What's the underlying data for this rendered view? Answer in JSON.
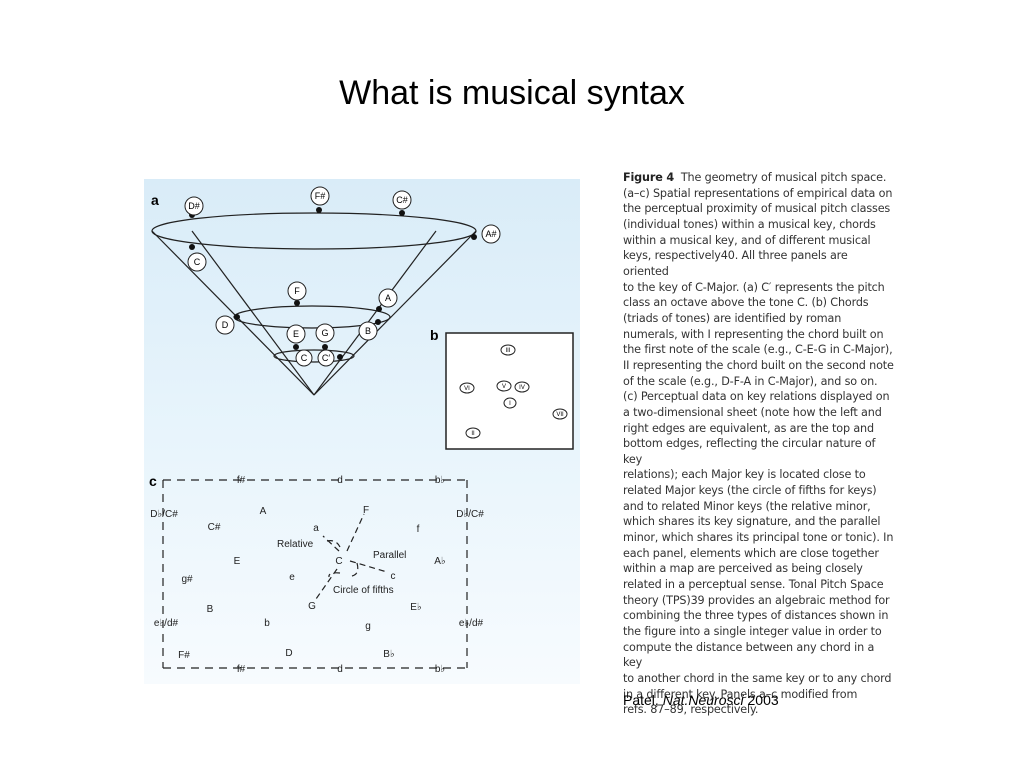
{
  "slide": {
    "title": "What is musical syntax",
    "credit_author": "Patel, ",
    "credit_journal": "Nat.Neurosci",
    "credit_year": " 2003"
  },
  "figure": {
    "panel_a_label": "a",
    "panel_b_label": "b",
    "panel_c_label": "c",
    "cone_top_notes": [
      "D#",
      "F#",
      "C#",
      "A#",
      "C"
    ],
    "cone_mid_notes": [
      "F",
      "A",
      "D",
      "B",
      "E",
      "G"
    ],
    "cone_bottom_notes": [
      "C",
      "C′"
    ],
    "panel_b_numerals": [
      "III",
      "VI",
      "V",
      "IV",
      "I",
      "VII",
      "II"
    ],
    "panel_c": {
      "top_edge": [
        "f#",
        "d",
        "b♭"
      ],
      "bottom_edge": [
        "f#",
        "d",
        "b♭"
      ],
      "left_edge": [
        "D♭/C#",
        "e♭/d#"
      ],
      "right_edge": [
        "D♭/C#",
        "e♭/d#"
      ],
      "keys": [
        "C#",
        "A",
        "F",
        "f",
        "a",
        "E",
        "A♭",
        "e",
        "c",
        "g#",
        "B",
        "E♭",
        "b",
        "g",
        "F#",
        "D",
        "B♭",
        "G",
        "C"
      ],
      "annotations": [
        "Relative",
        "Parallel",
        "Circle of fifths"
      ]
    }
  },
  "caption": {
    "figure_label": "Figure 4",
    "lines": [
      "The geometry of musical pitch space.",
      "(a–c) Spatial representations of empirical data on",
      "the perceptual proximity of musical pitch classes",
      "(individual tones) within a musical key, chords",
      "within a musical key, and of different musical",
      "keys, respectively40. All three panels are oriented",
      "to the key of C-Major. (a) C′ represents the pitch",
      "class an octave above the tone C. (b) Chords",
      "(triads of tones) are identified by roman",
      "numerals, with I representing the chord built on",
      "the first note of the scale (e.g., C-E-G in C-Major),",
      "II representing the chord built on the second note",
      "of the scale (e.g., D-F-A in C-Major), and so on.",
      "(c) Perceptual data on key relations displayed on",
      "a two-dimensional sheet (note how the left and",
      "right edges are equivalent, as are the top and",
      "bottom edges, reflecting the circular nature of key",
      "relations); each Major key is located close to",
      "related Major keys (the circle of fifths for keys)",
      "and to related Minor keys (the relative minor,",
      "which shares its key signature, and the parallel",
      "minor, which shares its principal tone or tonic). In",
      "each panel, elements which are close together",
      "within a map are perceived as being closely",
      "related in a perceptual sense. Tonal Pitch Space",
      "theory (TPS)39 provides an algebraic method for",
      "combining the three types of distances shown in",
      "the figure into a single integer value in order to",
      "compute the distance between any chord in a key",
      "to another chord in the same key or to any chord",
      "in a different key. Panels a–c modified from",
      "refs. 87–89, respectively."
    ]
  }
}
